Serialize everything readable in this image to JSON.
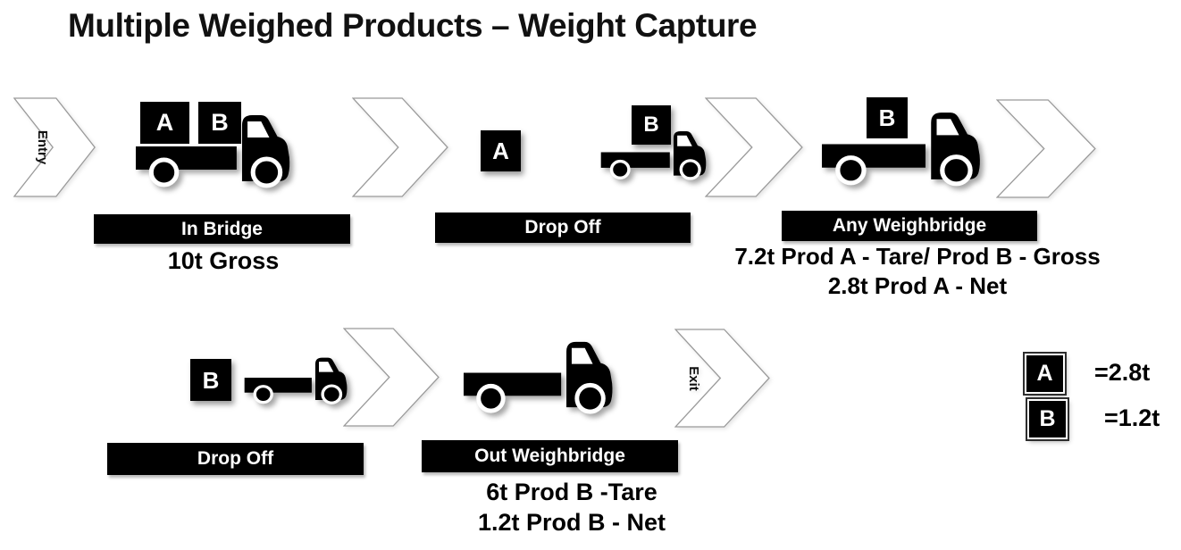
{
  "title": "Multiple Weighed Products – Weight Capture",
  "flow_top": {
    "entry_label": "Entry",
    "in_bridge": {
      "label": "In Bridge",
      "caption": "10t Gross",
      "box_left": "A",
      "box_right": "B"
    },
    "drop_off": {
      "label": "Drop Off",
      "dropped_box": "A",
      "truck_box": "B"
    },
    "any_weighbridge": {
      "label": "Any Weighbridge",
      "truck_box": "B",
      "caption_line1": "7.2t Prod A - Tare/ Prod B - Gross",
      "caption_line2": "2.8t Prod A - Net"
    }
  },
  "flow_bottom": {
    "drop_off": {
      "label": "Drop Off",
      "dropped_box": "B"
    },
    "out_weighbridge": {
      "label": "Out Weighbridge",
      "caption_line1": "6t Prod B -Tare",
      "caption_line2": "1.2t Prod B - Net"
    },
    "exit_label": "Exit"
  },
  "legend": {
    "item_a": {
      "box_label": "A",
      "value": "=2.8t"
    },
    "item_b": {
      "box_label": "B",
      "value": "=1.2t"
    }
  },
  "colors": {
    "ink": "#000000",
    "bar_bg": "#000000",
    "bar_text": "#ffffff",
    "chevron_stroke": "#9a9a9a"
  }
}
